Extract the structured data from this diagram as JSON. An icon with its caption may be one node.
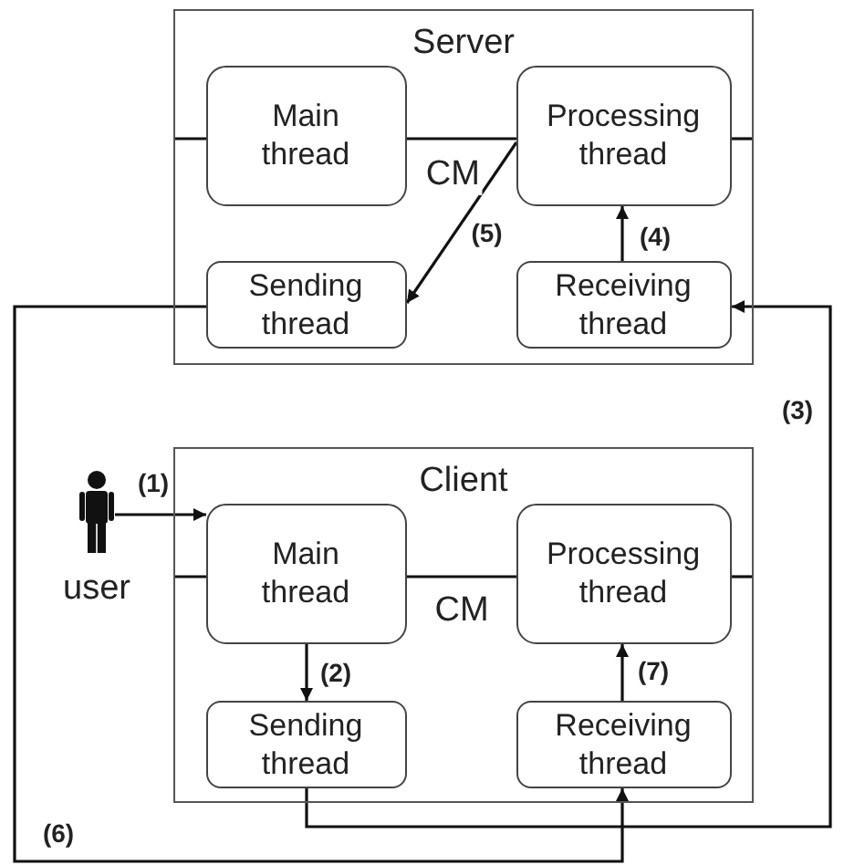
{
  "diagram": {
    "nodes": [
      {
        "text": [
          "Server"
        ]
      },
      {
        "text": [
          "Main thread"
        ],
        "in": 0
      },
      {
        "text": [
          "Processing thread"
        ],
        "in": 0
      },
      {
        "text": [
          "Sending thread"
        ],
        "in": 0
      },
      {
        "text": [
          "Receiving thread"
        ],
        "in": 0
      },
      {
        "text": [],
        "shape": "person",
        "beside": [
          "user"
        ]
      },
      {
        "text": [
          "Client"
        ]
      },
      {
        "text": [
          "Main thread"
        ],
        "in": 6
      },
      {
        "text": [
          "Processing thread"
        ],
        "in": 6
      },
      {
        "text": [
          "Sending thread"
        ],
        "in": 6
      },
      {
        "text": [
          "Receiving thread"
        ],
        "in": 6
      }
    ],
    "edges": [
      {
        "from": 0,
        "to": 1,
        "arrow": "none"
      },
      {
        "from": 1,
        "to": 2,
        "arrow": "none",
        "label": "CM"
      },
      {
        "from": 2,
        "to": 0,
        "arrow": "none"
      },
      {
        "from": 6,
        "to": 7,
        "arrow": "none"
      },
      {
        "from": 7,
        "to": 8,
        "arrow": "none",
        "label": "CM"
      },
      {
        "from": 8,
        "to": 6,
        "arrow": "none"
      },
      {
        "from": 5,
        "to": 7,
        "arrow": "to",
        "label": "(1)"
      },
      {
        "from": 7,
        "to": 9,
        "arrow": "to",
        "label": "(2)"
      },
      {
        "from": 9,
        "to": 4,
        "arrow": "to",
        "label": "(3)"
      },
      {
        "from": 4,
        "to": 2,
        "arrow": "to",
        "label": "(4)"
      },
      {
        "from": 2,
        "to": 3,
        "arrow": "to",
        "label": "(5)"
      },
      {
        "from": 3,
        "to": 10,
        "arrow": "to",
        "label": "(6)"
      },
      {
        "from": 10,
        "to": 8,
        "arrow": "to",
        "label": "(7)"
      }
    ]
  }
}
